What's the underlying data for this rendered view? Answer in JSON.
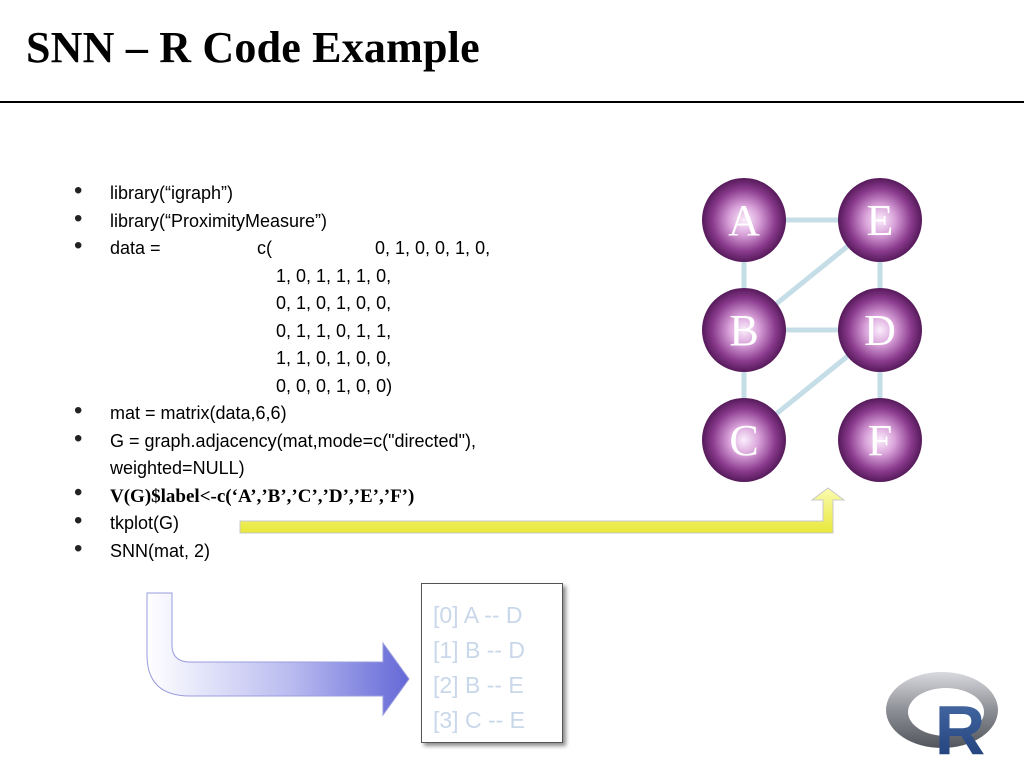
{
  "slide": {
    "title": "SNN – R Code Example"
  },
  "bullets": {
    "b1": "library(“igraph”)",
    "b2": "library(“ProximityMeasure”)",
    "b3_label": "data =",
    "b3_func": "c(",
    "data_rows": [
      "0, 1, 0, 0, 1, 0,",
      "1, 0, 1, 1, 1, 0,",
      "0, 1, 0, 1, 0, 0,",
      "0, 1, 1, 0, 1, 1,",
      "1, 1, 0, 1, 0, 0,",
      "0, 0, 0, 1, 0, 0)"
    ],
    "b4": "mat = matrix(data,6,6)",
    "b5_line1": "G = graph.adjacency(mat,mode=c(\"directed\"),",
    "b5_line2": "weighted=NULL)",
    "b6": "V(G)$label<-c(‘A’,’B’,’C’,’D’,’E’,’F’)",
    "b7": "tkplot(G)",
    "b8": "SNN(mat, 2)"
  },
  "graph": {
    "nodes": [
      "A",
      "E",
      "B",
      "D",
      "C",
      "F"
    ]
  },
  "output": {
    "lines": [
      "[0] A -- D",
      "[1] B -- D",
      "[2] B -- E",
      "[3] C -- E"
    ]
  },
  "logo": {
    "letter": "R"
  },
  "colors": {
    "node_fill": "#6b1f6f",
    "edge": "#c5dde6",
    "yellow_arrow": "#f3f36a",
    "blue_arrow": "#7276d8",
    "output_text": "#c9d7ea"
  }
}
